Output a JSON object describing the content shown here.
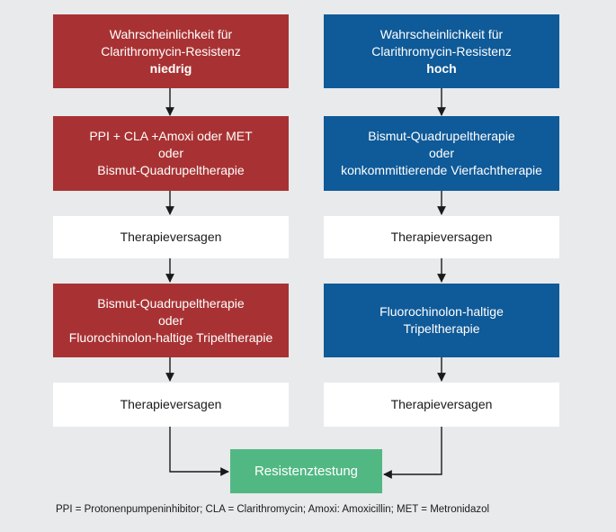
{
  "left": {
    "start": {
      "line1": "Wahrscheinlichkeit für",
      "line2": "Clarithromycin-Resistenz",
      "line3": "niedrig"
    },
    "therapy1": {
      "line1": "PPI + CLA +Amoxi oder MET",
      "line2": "oder",
      "line3": "Bismut-Quadrupeltherapie"
    },
    "failure1": "Therapieversagen",
    "therapy2": {
      "line1": "Bismut-Quadrupeltherapie",
      "line2": "oder",
      "line3": "Fluorochinolon-haltige Tripeltherapie"
    },
    "failure2": "Therapieversagen"
  },
  "right": {
    "start": {
      "line1": "Wahrscheinlichkeit für",
      "line2": "Clarithromycin-Resistenz",
      "line3": "hoch"
    },
    "therapy1": {
      "line1": "Bismut-Quadrupeltherapie",
      "line2": "oder",
      "line3": "konkommittierende Vierfachtherapie"
    },
    "failure1": "Therapieversagen",
    "therapy2": {
      "line1": "Fluorochinolon-haltige",
      "line2": "Tripeltherapie"
    },
    "failure2": "Therapieversagen"
  },
  "result": "Resistenztestung",
  "footnote": "PPI = Protonenpumpeninhibitor; CLA = Clarithromycin; Amoxi: Amoxicillin; MET = Metronidazol",
  "colors": {
    "low_probability": "#a83233",
    "high_probability": "#0f5a98",
    "result": "#52b883",
    "background": "#e8eaec"
  }
}
